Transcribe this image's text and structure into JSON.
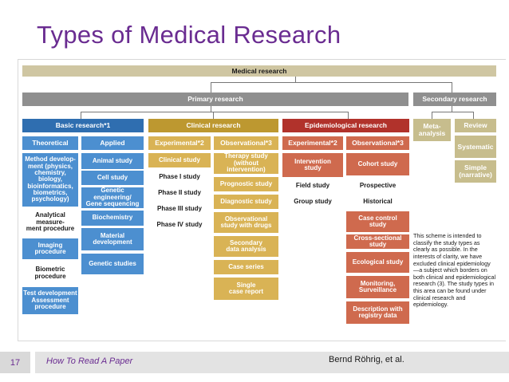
{
  "slide": {
    "title": "Types of Medical Research",
    "page_number": "17",
    "footer_title": "How To Read A Paper",
    "footer_author": "Bernd Röhrig, et al."
  },
  "diagram": {
    "root": "Medical research",
    "primary": "Primary research",
    "secondary": "Secondary research",
    "basic": {
      "header": "Basic research*1",
      "theoretical_header": "Theoretical",
      "theoretical": [
        "Method develop-\nment (physics,\nchemistry, biology,\nbioinformatics,\nbiometrics,\npsychology)",
        "Analytical measure-\nment procedure",
        "Imaging\nprocedure",
        "Biometric\nprocedure",
        "Test development\nAssessment\nprocedure"
      ],
      "applied_header": "Applied",
      "applied": [
        "Animal study",
        "Cell study",
        "Genetic engineering/\nGene sequencing",
        "Biochemistry",
        "Material\ndevelopment",
        "Genetic studies"
      ]
    },
    "clinical": {
      "header": "Clinical research",
      "experimental_header": "Experimental*2",
      "experimental": [
        "Clinical study",
        "Phase I study",
        "Phase II study",
        "Phase III study",
        "Phase IV study"
      ],
      "observational_header": "Observational*3",
      "observational": [
        "Therapy study\n(without intervention)",
        "Prognostic study",
        "Diagnostic study",
        "Observational\nstudy with drugs",
        "Secondary\ndata analysis",
        "Case series",
        "Single\ncase report"
      ]
    },
    "epidemiological": {
      "header": "Epidemiological research",
      "experimental_header": "Experimental*2",
      "experimental": [
        "Intervention\nstudy",
        "Field study",
        "Group study"
      ],
      "observational_header": "Observational*3",
      "observational": [
        "Cohort study",
        "Prospective",
        "Historical",
        "Case control\nstudy",
        "Cross-sectional study",
        "Ecological study",
        "Monitoring,\nSurveillance",
        "Description with\nregistry data"
      ]
    },
    "secondary_items": {
      "meta": "Meta-\nanalysis",
      "review": "Review",
      "systematic": "Systematic",
      "simple": "Simple\n(narrative)"
    },
    "note": "This scheme is intended to classify the study types as clearly as possible. In the interests of clarity, we have excluded clinical epidemiology —a subject which borders on both clinical and epidemiological research (3). The study types in this area can be found under clinical research and epidemiology."
  },
  "colors": {
    "title_purple": "#6a2c91",
    "root_tan": "#cfc6a2",
    "primary_gray": "#8f8f8f",
    "basic_blue": "#2f6eb0",
    "basic_light": "#4c8fd0",
    "clinical_gold": "#bd9830",
    "clinical_light": "#d9b355",
    "epi_red": "#b1322b",
    "epi_light": "#cf6a4e",
    "secondary_tan": "#c7bd8d"
  }
}
